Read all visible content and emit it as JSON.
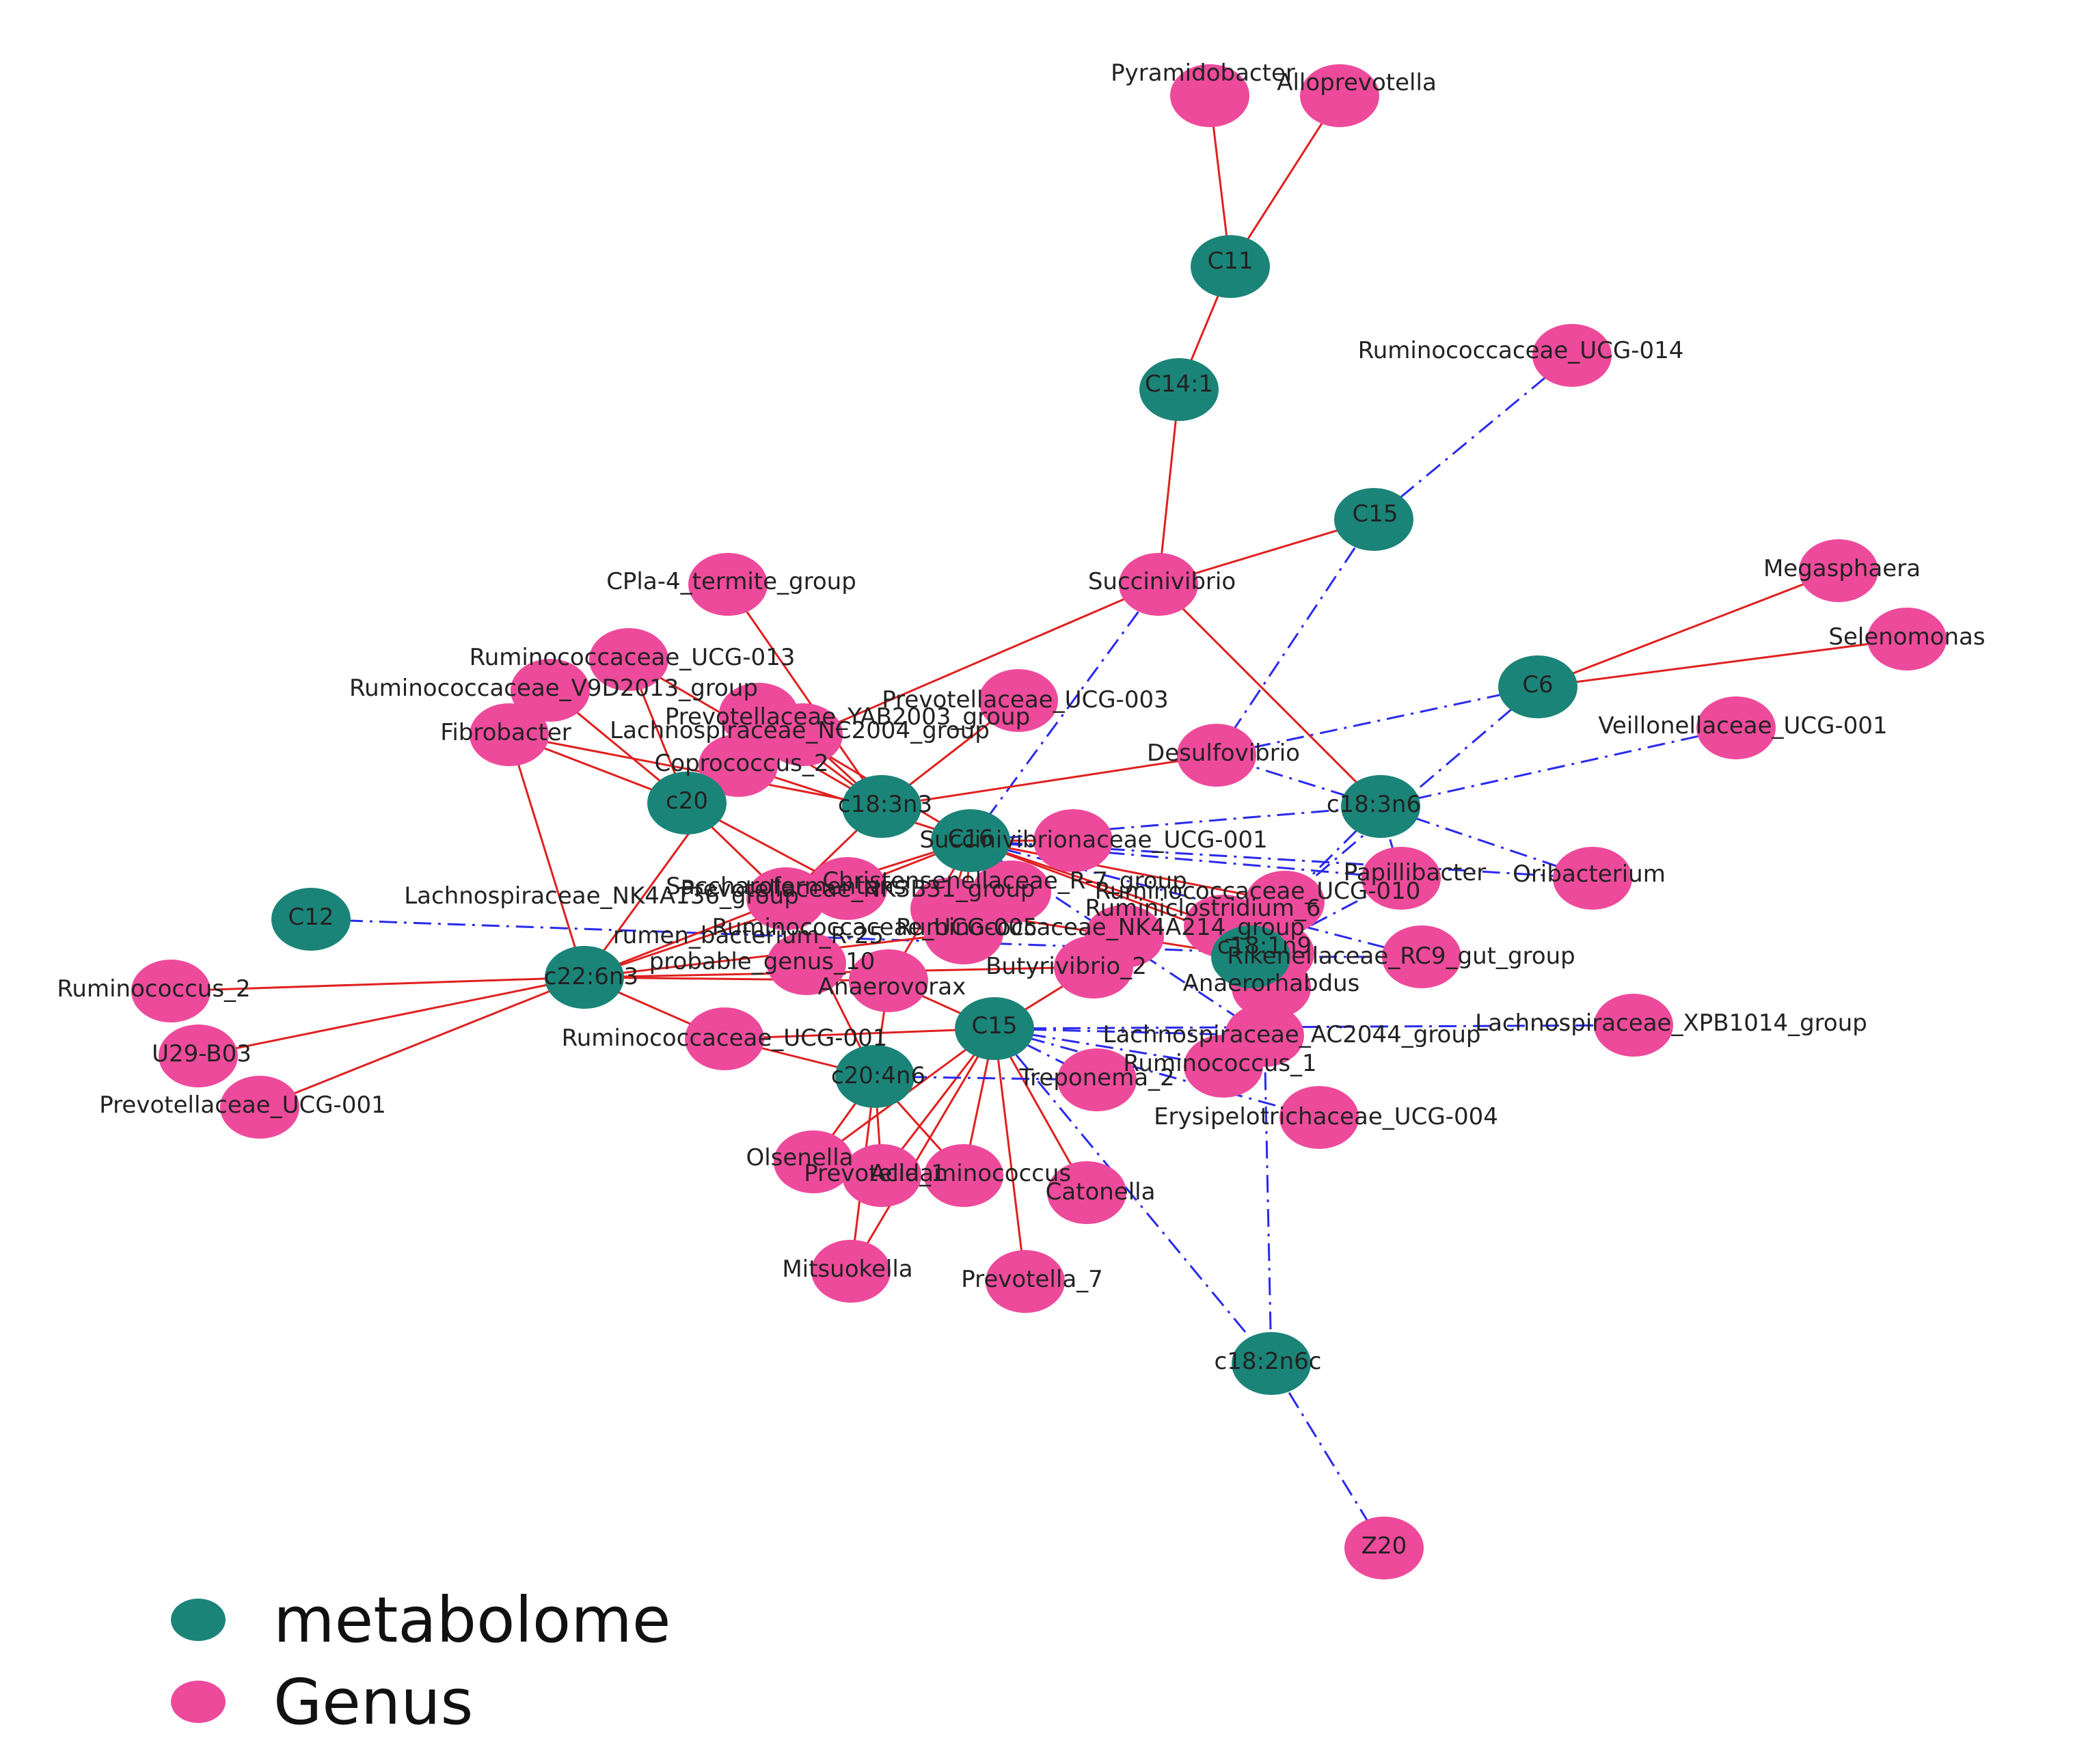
{
  "colors": {
    "metabolome": "#1b8478",
    "genus": "#ee4a9b",
    "positive_edge": "#e02020",
    "negative_edge": "#2a2aee"
  },
  "legend": [
    {
      "label": "metabolome",
      "kind": "metabolome"
    },
    {
      "label": "Genus",
      "kind": "genus"
    }
  ],
  "nodes": [
    {
      "id": "Pyramidobacter",
      "kind": "genus"
    },
    {
      "id": "Alloprevotella",
      "kind": "genus"
    },
    {
      "id": "C11",
      "kind": "metabolome"
    },
    {
      "id": "C14:1",
      "kind": "metabolome"
    },
    {
      "id": "Ruminococcaceae_UCG-014",
      "kind": "genus"
    },
    {
      "id": "C15",
      "kind": "metabolome"
    },
    {
      "id": "Succinivibrio",
      "kind": "genus"
    },
    {
      "id": "CPla-4_termite_group",
      "kind": "genus"
    },
    {
      "id": "Megasphaera",
      "kind": "genus"
    },
    {
      "id": "Selenomonas",
      "kind": "genus"
    },
    {
      "id": "C6",
      "kind": "metabolome"
    },
    {
      "id": "Veillonellaceae_UCG-001",
      "kind": "genus"
    },
    {
      "id": "Ruminococcaceae_UCG-013",
      "kind": "genus"
    },
    {
      "id": "Ruminococcaceae_V9D2013_group",
      "kind": "genus"
    },
    {
      "id": "Prevotellaceae_UCG-003",
      "kind": "genus"
    },
    {
      "id": "Prevotellaceae_YAB2003_group",
      "kind": "genus"
    },
    {
      "id": "Lachnospiraceae_NC2004_group",
      "kind": "genus"
    },
    {
      "id": "Fibrobacter",
      "kind": "genus"
    },
    {
      "id": "Coprococcus_2",
      "kind": "genus"
    },
    {
      "id": "Desulfovibrio",
      "kind": "genus"
    },
    {
      "id": "c20",
      "kind": "metabolome"
    },
    {
      "id": "c18:3n3",
      "kind": "metabolome"
    },
    {
      "id": "c18:3n6",
      "kind": "metabolome"
    },
    {
      "id": "Succinivibrionaceae_UCG-001",
      "kind": "genus"
    },
    {
      "id": "Papillibacter",
      "kind": "genus"
    },
    {
      "id": "Oribacterium",
      "kind": "genus"
    },
    {
      "id": "C12",
      "kind": "metabolome"
    },
    {
      "id": "Lachnospiraceae_NK4A136_group",
      "kind": "genus"
    },
    {
      "id": "Ruminococcaceae_NK4A214_group",
      "kind": "genus"
    },
    {
      "id": "Prevotellaceae_NK3B31_group",
      "kind": "genus"
    },
    {
      "id": "Saccharofermentans",
      "kind": "genus"
    },
    {
      "id": "Ruminococcaceae_UCG-010",
      "kind": "genus"
    },
    {
      "id": "Christensenellaceae_R-7_group",
      "kind": "genus"
    },
    {
      "id": "Ruminiclostridium_6",
      "kind": "genus"
    },
    {
      "id": "Ruminococcaceae_UCG-005",
      "kind": "genus"
    },
    {
      "id": "Anaerovorax",
      "kind": "genus"
    },
    {
      "id": "Anaerorhabdus",
      "kind": "genus"
    },
    {
      "id": "probable_genus_10",
      "kind": "genus"
    },
    {
      "id": "Butyrivibrio_2",
      "kind": "genus"
    },
    {
      "id": "rumen_bacterium_R-25",
      "kind": "genus"
    },
    {
      "id": "Rikenellaceae_RC9_gut_group",
      "kind": "genus"
    },
    {
      "id": "c22:6n3",
      "kind": "metabolome"
    },
    {
      "id": "Ruminococcus_2",
      "kind": "genus"
    },
    {
      "id": "U29-B03",
      "kind": "genus"
    },
    {
      "id": "Prevotellaceae_UCG-001",
      "kind": "genus"
    },
    {
      "id": "Ruminococcaceae_UCG-001",
      "kind": "genus"
    },
    {
      "id": "C16",
      "kind": "metabolome"
    },
    {
      "id": "c18:1n9",
      "kind": "metabolome"
    },
    {
      "id": "Lachnospiraceae_AC2044_group",
      "kind": "genus"
    },
    {
      "id": "Lachnospiraceae_XPB1014_group",
      "kind": "genus"
    },
    {
      "id": "Ruminococcus_1",
      "kind": "genus"
    },
    {
      "id": "c20:4n6",
      "kind": "metabolome"
    },
    {
      "id": "Treponema_2",
      "kind": "genus"
    },
    {
      "id": "Erysipelotrichaceae_UCG-004",
      "kind": "genus"
    },
    {
      "id": "Olsenella",
      "kind": "genus"
    },
    {
      "id": "Prevotella_1",
      "kind": "genus"
    },
    {
      "id": "Acidaminococcus",
      "kind": "genus"
    },
    {
      "id": "Catonella",
      "kind": "genus"
    },
    {
      "id": "Mitsuokella",
      "kind": "genus"
    },
    {
      "id": "Prevotella_7",
      "kind": "genus"
    },
    {
      "id": "c18:2n6c",
      "kind": "metabolome"
    },
    {
      "id": "Z20",
      "kind": "genus"
    }
  ],
  "edges": [
    {
      "source": "C11",
      "target": "Pyramidobacter",
      "sign": "positive"
    },
    {
      "source": "C11",
      "target": "Alloprevotella",
      "sign": "positive"
    },
    {
      "source": "C11",
      "target": "C14:1",
      "sign": "positive"
    },
    {
      "source": "C14:1",
      "target": "Succinivibrio",
      "sign": "positive"
    },
    {
      "source": "C15",
      "target": "Ruminococcaceae_UCG-014",
      "sign": "negative"
    },
    {
      "source": "C15",
      "target": "Succinivibrio",
      "sign": "positive"
    },
    {
      "source": "C15",
      "target": "Desulfovibrio",
      "sign": "negative"
    },
    {
      "source": "Succinivibrio",
      "target": "c18:3n6",
      "sign": "positive"
    },
    {
      "source": "Succinivibrio",
      "target": "C16",
      "sign": "negative"
    },
    {
      "source": "Succinivibrio",
      "target": "Coprococcus_2",
      "sign": "positive"
    },
    {
      "source": "C6",
      "target": "Megasphaera",
      "sign": "positive"
    },
    {
      "source": "C6",
      "target": "Selenomonas",
      "sign": "positive"
    },
    {
      "source": "C6",
      "target": "Desulfovibrio",
      "sign": "negative"
    },
    {
      "source": "c18:3n6",
      "target": "Veillonellaceae_UCG-001",
      "sign": "negative"
    },
    {
      "source": "c18:3n6",
      "target": "Oribacterium",
      "sign": "negative"
    },
    {
      "source": "c18:3n6",
      "target": "Papillibacter",
      "sign": "negative"
    },
    {
      "source": "c18:3n6",
      "target": "Desulfovibrio",
      "sign": "negative"
    },
    {
      "source": "c18:3n6",
      "target": "Ruminococcaceae_UCG-010",
      "sign": "negative"
    },
    {
      "source": "c20",
      "target": "Fibrobacter",
      "sign": "positive"
    },
    {
      "source": "c20",
      "target": "Ruminococcaceae_UCG-013",
      "sign": "positive"
    },
    {
      "source": "c20",
      "target": "Ruminococcaceae_V9D2013_group",
      "sign": "positive"
    },
    {
      "source": "c20",
      "target": "Coprococcus_2",
      "sign": "positive"
    },
    {
      "source": "c20",
      "target": "Saccharofermentans",
      "sign": "positive"
    },
    {
      "source": "c20",
      "target": "Prevotellaceae_NK3B31_group",
      "sign": "positive"
    },
    {
      "source": "c18:3n3",
      "target": "CPla-4_termite_group",
      "sign": "positive"
    },
    {
      "source": "c18:3n3",
      "target": "Prevotellaceae_UCG-003",
      "sign": "positive"
    },
    {
      "source": "c18:3n3",
      "target": "Lachnospiraceae_NC2004_group",
      "sign": "positive"
    },
    {
      "source": "c18:3n3",
      "target": "Prevotellaceae_YAB2003_group",
      "sign": "positive"
    },
    {
      "source": "c18:3n3",
      "target": "Ruminococcaceae_UCG-013",
      "sign": "positive"
    },
    {
      "source": "c18:3n3",
      "target": "Fibrobacter",
      "sign": "positive"
    },
    {
      "source": "c18:3n3",
      "target": "Saccharofermentans",
      "sign": "positive"
    },
    {
      "source": "c18:3n3",
      "target": "Desulfovibrio",
      "sign": "positive"
    },
    {
      "source": "C12",
      "target": "Ruminococcaceae_UCG-005",
      "sign": "negative"
    },
    {
      "source": "c22:6n3",
      "target": "Ruminococcus_2",
      "sign": "positive"
    },
    {
      "source": "c22:6n3",
      "target": "U29-B03",
      "sign": "positive"
    },
    {
      "source": "c22:6n3",
      "target": "Prevotellaceae_UCG-001",
      "sign": "positive"
    },
    {
      "source": "c22:6n3",
      "target": "Fibrobacter",
      "sign": "positive"
    },
    {
      "source": "c22:6n3",
      "target": "Saccharofermentans",
      "sign": "positive"
    },
    {
      "source": "c22:6n3",
      "target": "Prevotellaceae_NK3B31_group",
      "sign": "positive"
    },
    {
      "source": "c22:6n3",
      "target": "Butyrivibrio_2",
      "sign": "positive"
    },
    {
      "source": "c22:6n3",
      "target": "Anaerovorax",
      "sign": "positive"
    },
    {
      "source": "c22:6n3",
      "target": "Ruminococcaceae_NK4A214_group",
      "sign": "positive"
    },
    {
      "source": "c22:6n3",
      "target": "Coprococcus_2",
      "sign": "positive"
    },
    {
      "source": "c22:6n3",
      "target": "Ruminococcaceae_UCG-001",
      "sign": "positive"
    },
    {
      "source": "C16",
      "target": "Lachnospiraceae_NK4A136_group",
      "sign": "positive"
    },
    {
      "source": "C16",
      "target": "Ruminococcaceae_NK4A214_group",
      "sign": "positive"
    },
    {
      "source": "C16",
      "target": "Prevotellaceae_NK3B31_group",
      "sign": "positive"
    },
    {
      "source": "C16",
      "target": "Saccharofermentans",
      "sign": "positive"
    },
    {
      "source": "C16",
      "target": "Christensenellaceae_R-7_group",
      "sign": "positive"
    },
    {
      "source": "C16",
      "target": "Ruminiclostridium_6",
      "sign": "positive"
    },
    {
      "source": "C16",
      "target": "Ruminococcaceae_UCG-010",
      "sign": "positive"
    },
    {
      "source": "C16",
      "target": "Succinivibrionaceae_UCG-001",
      "sign": "positive"
    },
    {
      "source": "C16",
      "target": "Anaerovorax",
      "sign": "positive"
    },
    {
      "source": "C16",
      "target": "Ruminococcaceae_UCG-005",
      "sign": "positive"
    },
    {
      "source": "C16",
      "target": "Coprococcus_2",
      "sign": "positive"
    },
    {
      "source": "C16",
      "target": "Prevotellaceae_YAB2003_group",
      "sign": "positive"
    },
    {
      "source": "C16",
      "target": "Papillibacter",
      "sign": "negative"
    },
    {
      "source": "C16",
      "target": "Rikenellaceae_RC9_gut_group",
      "sign": "negative"
    },
    {
      "source": "C16",
      "target": "Lachnospiraceae_AC2044_group",
      "sign": "negative"
    },
    {
      "source": "C16",
      "target": "Oribacterium",
      "sign": "negative"
    },
    {
      "source": "c18:1n9",
      "target": "Lachnospiraceae_NK4A136_group",
      "sign": "positive"
    },
    {
      "source": "c18:1n9",
      "target": "Anaerorhabdus",
      "sign": "positive"
    },
    {
      "source": "c18:1n9",
      "target": "Ruminococcaceae_UCG-005",
      "sign": "positive"
    },
    {
      "source": "c18:1n9",
      "target": "Papillibacter",
      "sign": "negative"
    },
    {
      "source": "c18:1n9",
      "target": "Rikenellaceae_RC9_gut_group",
      "sign": "negative"
    },
    {
      "source": "C15b",
      "target": "Lachnospiraceae_XPB1014_group",
      "sign": "negative"
    },
    {
      "source": "C15b",
      "target": "Lachnospiraceae_AC2044_group",
      "sign": "negative"
    },
    {
      "source": "C15b",
      "target": "Ruminococcus_1",
      "sign": "negative"
    },
    {
      "source": "C15b",
      "target": "Erysipelotrichaceae_UCG-004",
      "sign": "negative"
    },
    {
      "source": "C15b",
      "target": "Treponema_2",
      "sign": "negative"
    },
    {
      "source": "C15b",
      "target": "Ruminococcaceae_UCG-001",
      "sign": "positive"
    },
    {
      "source": "C15b",
      "target": "Anaerovorax",
      "sign": "positive"
    },
    {
      "source": "C15b",
      "target": "Butyrivibrio_2",
      "sign": "positive"
    },
    {
      "source": "C15b",
      "target": "Olsenella",
      "sign": "positive"
    },
    {
      "source": "C15b",
      "target": "Prevotella_1",
      "sign": "positive"
    },
    {
      "source": "C15b",
      "target": "Acidaminococcus",
      "sign": "positive"
    },
    {
      "source": "C15b",
      "target": "Catonella",
      "sign": "positive"
    },
    {
      "source": "C15b",
      "target": "Mitsuokella",
      "sign": "positive"
    },
    {
      "source": "C15b",
      "target": "Prevotella_7",
      "sign": "positive"
    },
    {
      "source": "C15b",
      "target": "c18:2n6c",
      "sign": "negative"
    },
    {
      "source": "c20:4n6",
      "target": "Ruminococcaceae_UCG-001",
      "sign": "positive"
    },
    {
      "source": "c20:4n6",
      "target": "Olsenella",
      "sign": "positive"
    },
    {
      "source": "c20:4n6",
      "target": "Prevotella_1",
      "sign": "positive"
    },
    {
      "source": "c20:4n6",
      "target": "Acidaminococcus",
      "sign": "positive"
    },
    {
      "source": "c20:4n6",
      "target": "Mitsuokella",
      "sign": "positive"
    },
    {
      "source": "c20:4n6",
      "target": "Anaerovorax",
      "sign": "positive"
    },
    {
      "source": "c20:4n6",
      "target": "Saccharofermentans",
      "sign": "positive"
    },
    {
      "source": "c20:4n6",
      "target": "Treponema_2",
      "sign": "negative"
    },
    {
      "source": "c18:2n6c",
      "target": "Z20",
      "sign": "negative"
    },
    {
      "source": "c18:2n6c",
      "target": "Lachnospiraceae_AC2044_group",
      "sign": "negative"
    },
    {
      "source": "C16",
      "target": "c18:3n6",
      "sign": "negative"
    },
    {
      "source": "C6",
      "target": "Ruminococcaceae_UCG-010",
      "sign": "negative"
    }
  ],
  "extra_metabolome": [
    {
      "id": "C15b",
      "label": "C15",
      "kind": "metabolome"
    }
  ],
  "labels": [
    {
      "node": "Pyramidobacter",
      "text": "Pyramidobacter"
    },
    {
      "node": "Alloprevotella",
      "text": "Alloprevotella"
    },
    {
      "node": "C11",
      "text": "C11"
    },
    {
      "node": "C14:1",
      "text": "C14:1"
    },
    {
      "node": "Ruminococcaceae_UCG-014",
      "text": "Ruminococcaceae_UCG-014"
    },
    {
      "node": "C15",
      "text": "C15"
    },
    {
      "node": "Succinivibrio",
      "text": "Succinivibrio"
    },
    {
      "node": "CPla-4_termite_group",
      "text": "CPla-4_termite_group"
    },
    {
      "node": "Megasphaera",
      "text": "Megasphaera"
    },
    {
      "node": "Selenomonas",
      "text": "Selenomonas"
    },
    {
      "node": "C6",
      "text": "C6"
    },
    {
      "node": "Veillonellaceae_UCG-001",
      "text": "Veillonellaceae_UCG-001"
    },
    {
      "node": "Ruminococcaceae_UCG-013",
      "text": "Ruminococcaceae_UCG-013"
    },
    {
      "node": "Ruminococcaceae_V9D2013_group",
      "text": "Ruminococcaceae_V9D2013_group"
    },
    {
      "node": "Prevotellaceae_UCG-003",
      "text": "Prevotellaceae_UCG-003"
    },
    {
      "node": "Prevotellaceae_YAB2003_group",
      "text": "Prevotellaceae_YAB2003_group"
    },
    {
      "node": "Lachnospiraceae_NC2004_group",
      "text": "Lachnospiraceae_NC2004_group"
    },
    {
      "node": "Fibrobacter",
      "text": "Fibrobacter"
    },
    {
      "node": "Coprococcus_2",
      "text": "Coprococcus_2"
    },
    {
      "node": "Desulfovibrio",
      "text": "Desulfovibrio"
    },
    {
      "node": "c20",
      "text": "c20"
    },
    {
      "node": "c18:3n3",
      "text": "c18:3n3"
    },
    {
      "node": "c18:3n6",
      "text": "c18:3n6"
    },
    {
      "node": "Succinivibrionaceae_UCG-001",
      "text": "Succinivibrionaceae_UCG-001"
    },
    {
      "node": "Papillibacter",
      "text": "Papillibacter"
    },
    {
      "node": "Oribacterium",
      "text": "Oribacterium"
    },
    {
      "node": "C12",
      "text": "C12"
    },
    {
      "node": "Lachnospiraceae_NK4A136_group",
      "text": "Lachnospiraceae_NK4A136_group"
    },
    {
      "node": "Ruminococcaceae_NK4A214_group",
      "text": "Ruminococcaceae_NK4A214_group"
    },
    {
      "node": "Prevotellaceae_NK3B31_group",
      "text": "Prevotellaceae_NK3B31_group"
    },
    {
      "node": "Saccharofermentans",
      "text": "Saccharofermentans"
    },
    {
      "node": "Ruminococcaceae_UCG-010",
      "text": "Ruminococcaceae_UCG-010"
    },
    {
      "node": "Christensenellaceae_R-7_group",
      "text": "Christensenellaceae_R-7_group"
    },
    {
      "node": "Ruminiclostridium_6",
      "text": "Ruminiclostridium_6"
    },
    {
      "node": "Ruminococcaceae_UCG-005",
      "text": "Ruminococcaceae_UCG-005"
    },
    {
      "node": "Anaerovorax",
      "text": "Anaerovorax"
    },
    {
      "node": "Anaerorhabdus",
      "text": "Anaerorhabdus"
    },
    {
      "node": "probable_genus_10",
      "text": "probable_genus_10"
    },
    {
      "node": "Butyrivibrio_2",
      "text": "Butyrivibrio_2"
    },
    {
      "node": "rumen_bacterium_R-25",
      "text": "rumen_bacterium_R-25"
    },
    {
      "node": "Rikenellaceae_RC9_gut_group",
      "text": "Rikenellaceae_RC9_gut_group"
    },
    {
      "node": "c22:6n3",
      "text": "c22:6n3"
    },
    {
      "node": "Ruminococcus_2",
      "text": "Ruminococcus_2"
    },
    {
      "node": "U29-B03",
      "text": "U29-B03"
    },
    {
      "node": "Prevotellaceae_UCG-001",
      "text": "Prevotellaceae_UCG-001"
    },
    {
      "node": "Ruminococcaceae_UCG-001",
      "text": "Ruminococcaceae_UCG-001"
    },
    {
      "node": "C16",
      "text": "C16"
    },
    {
      "node": "c18:1n9",
      "text": "c18:1n9"
    },
    {
      "node": "C15b",
      "text": "C15"
    },
    {
      "node": "Lachnospiraceae_AC2044_group",
      "text": "Lachnospiraceae_AC2044_group"
    },
    {
      "node": "Lachnospiraceae_XPB1014_group",
      "text": "Lachnospiraceae_XPB1014_group"
    },
    {
      "node": "Ruminococcus_1",
      "text": "Ruminococcus_1"
    },
    {
      "node": "c20:4n6",
      "text": "c20:4n6"
    },
    {
      "node": "Treponema_2",
      "text": "Treponema_2"
    },
    {
      "node": "Erysipelotrichaceae_UCG-004",
      "text": "Erysipelotrichaceae_UCG-004"
    },
    {
      "node": "Olsenella",
      "text": "Olsenella"
    },
    {
      "node": "Prevotella_1",
      "text": "Prevotella_1"
    },
    {
      "node": "Acidaminococcus",
      "text": "Acidaminococcus"
    },
    {
      "node": "Catonella",
      "text": "Catonella"
    },
    {
      "node": "Mitsuokella",
      "text": "Mitsuokella"
    },
    {
      "node": "Prevotella_7",
      "text": "Prevotella_7"
    },
    {
      "node": "c18:2n6c",
      "text": "c18:2n6c"
    },
    {
      "node": "Z20",
      "text": "Z20"
    }
  ]
}
